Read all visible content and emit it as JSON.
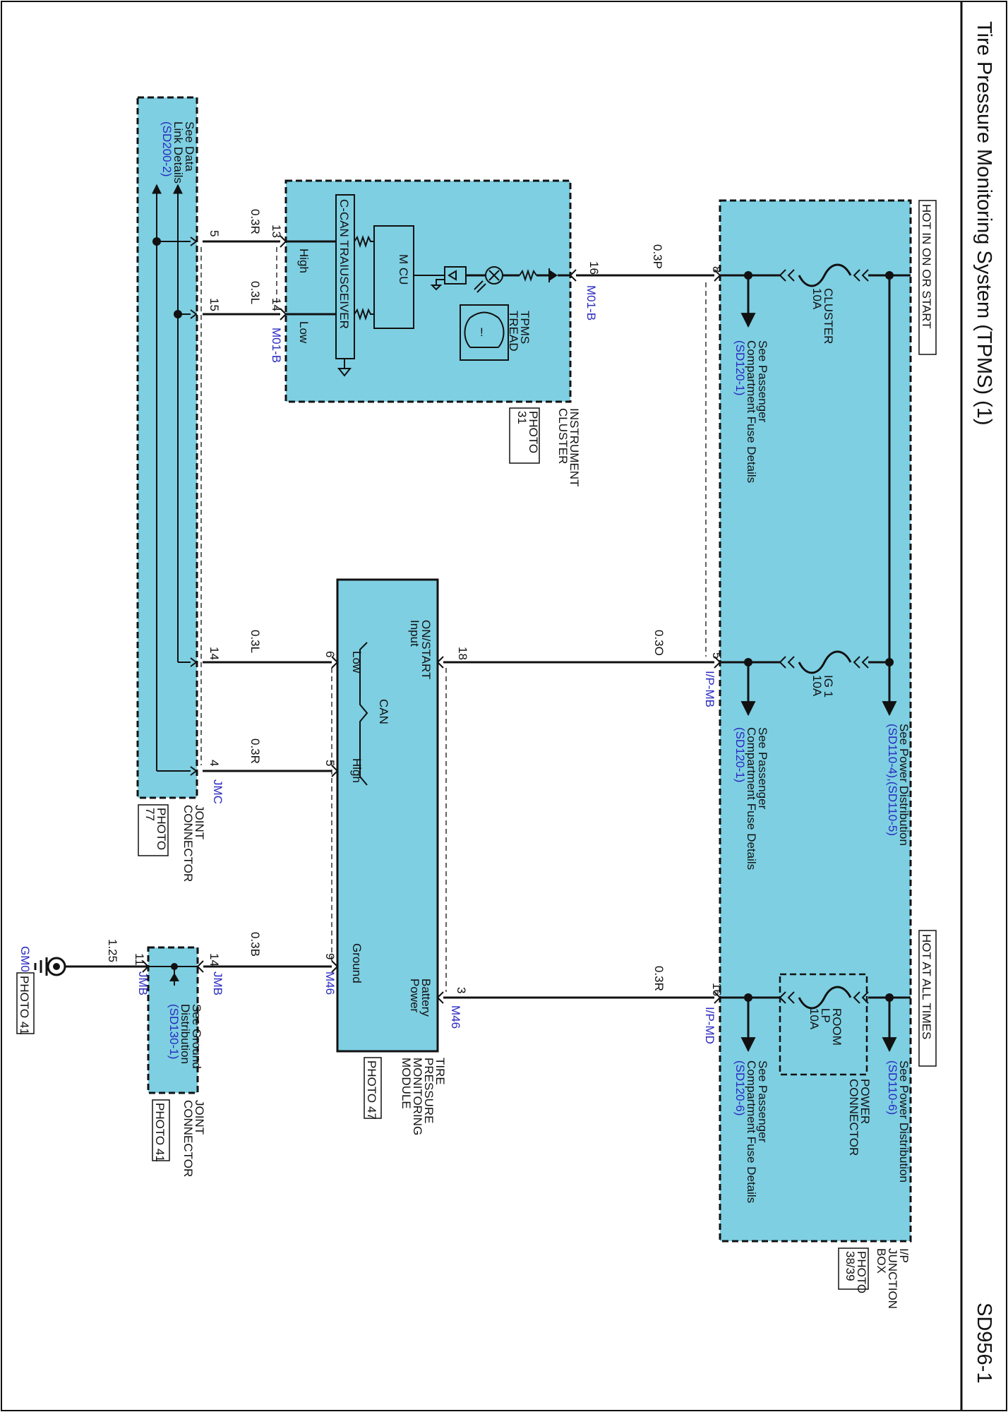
{
  "title": "Tire Pressure Monitoring System (TPMS) (1)",
  "page_code": "SD956-1",
  "power_labels": {
    "hot_on": "HOT IN ON OR START",
    "hot_always": "HOT AT ALL TIMES"
  },
  "fuses": [
    {
      "name": "CLUSTER",
      "rating": "10A"
    },
    {
      "name": "IG 1",
      "rating": "10A"
    },
    {
      "name": "ROOM",
      "name2": "LP",
      "rating": "10A"
    }
  ],
  "refs": {
    "passenger_fuse_a": [
      "See Passenger",
      "Compartment Fuse Details",
      "(SD120-1)"
    ],
    "passenger_fuse_b": [
      "See Passenger",
      "Compartment Fuse Details",
      "(SD120-1)"
    ],
    "passenger_fuse_c": [
      "See Passenger",
      "Compartment Fuse Details",
      "(SD120-6)"
    ],
    "power_dist_a": [
      "See Power Distribution",
      "(SD110-4),(SD110-5)"
    ],
    "power_dist_b": [
      "See Power Distribution",
      "(SD110-6)"
    ],
    "data_link": [
      "See Data",
      "Link Details",
      "(SD200-2)"
    ],
    "ground_dist": [
      "See Ground",
      "Distribution",
      "(SD130-1)"
    ]
  },
  "components": {
    "ip_junction": [
      "I/P",
      "JUNCTION",
      "BOX"
    ],
    "ip_junction_photo": [
      "PHOTO",
      "38/39"
    ],
    "power_connector": [
      "POWER",
      "CONNECTOR"
    ],
    "cluster": [
      "INSTRUMENT",
      "CLUSTER"
    ],
    "cluster_photo": [
      "PHOTO",
      "31"
    ],
    "tpms_module": [
      "TIRE",
      "PRESSURE",
      "MONITORING",
      "MODULE"
    ],
    "tpms_photo": "PHOTO 47",
    "joint_a": [
      "JOINT",
      "CONNECTOR"
    ],
    "joint_a_photo": [
      "PHOTO",
      "77"
    ],
    "joint_b": [
      "JOINT",
      "CONNECTOR"
    ],
    "joint_b_photo": "PHOTO 41",
    "ground_photo": "PHOTO 41",
    "ground_id": "GM03"
  },
  "cluster_internal": {
    "mcu": "M CU",
    "can_transceiver": "C-CAN TRAIUSCEIVER",
    "tpms_lamp": [
      "TPMS",
      "TREAD"
    ],
    "high": "High",
    "low": "Low"
  },
  "module_internal": {
    "on_start": [
      "ON/START",
      "Input"
    ],
    "battery": [
      "Battery",
      "Power"
    ],
    "ground": "Ground",
    "low": "Low",
    "high": "High",
    "can": "CAN"
  },
  "connectors": {
    "m01b": "M01-B",
    "ipmb": "I/P-MB",
    "ipmd": "I/P-MD",
    "m46": "M46",
    "jmc": "JMC",
    "jmb": "JMB"
  },
  "wires": {
    "w1": {
      "gauge": "0.3P",
      "pin_a": "8",
      "pin_b": "16"
    },
    "w2": {
      "gauge": "0.3O",
      "pin_a": "5",
      "pin_b": "18"
    },
    "w3": {
      "gauge": "0.3R",
      "pin_a": "16",
      "pin_b": "3"
    },
    "w4": {
      "gauge": "0.3R",
      "pin_a": "13",
      "pin_b": "5"
    },
    "w5": {
      "gauge": "0.3L",
      "pin_a": "14",
      "pin_b": "15"
    },
    "w6": {
      "gauge": "0.3L",
      "pin_a": "6",
      "pin_b": "14"
    },
    "w7": {
      "gauge": "0.3R",
      "pin_a": "5",
      "pin_b": "4"
    },
    "w8": {
      "gauge": "0.3B",
      "pin_a": "9",
      "pin_b": "14"
    },
    "w9": {
      "gauge": "1.25",
      "pin_a": "11"
    }
  }
}
